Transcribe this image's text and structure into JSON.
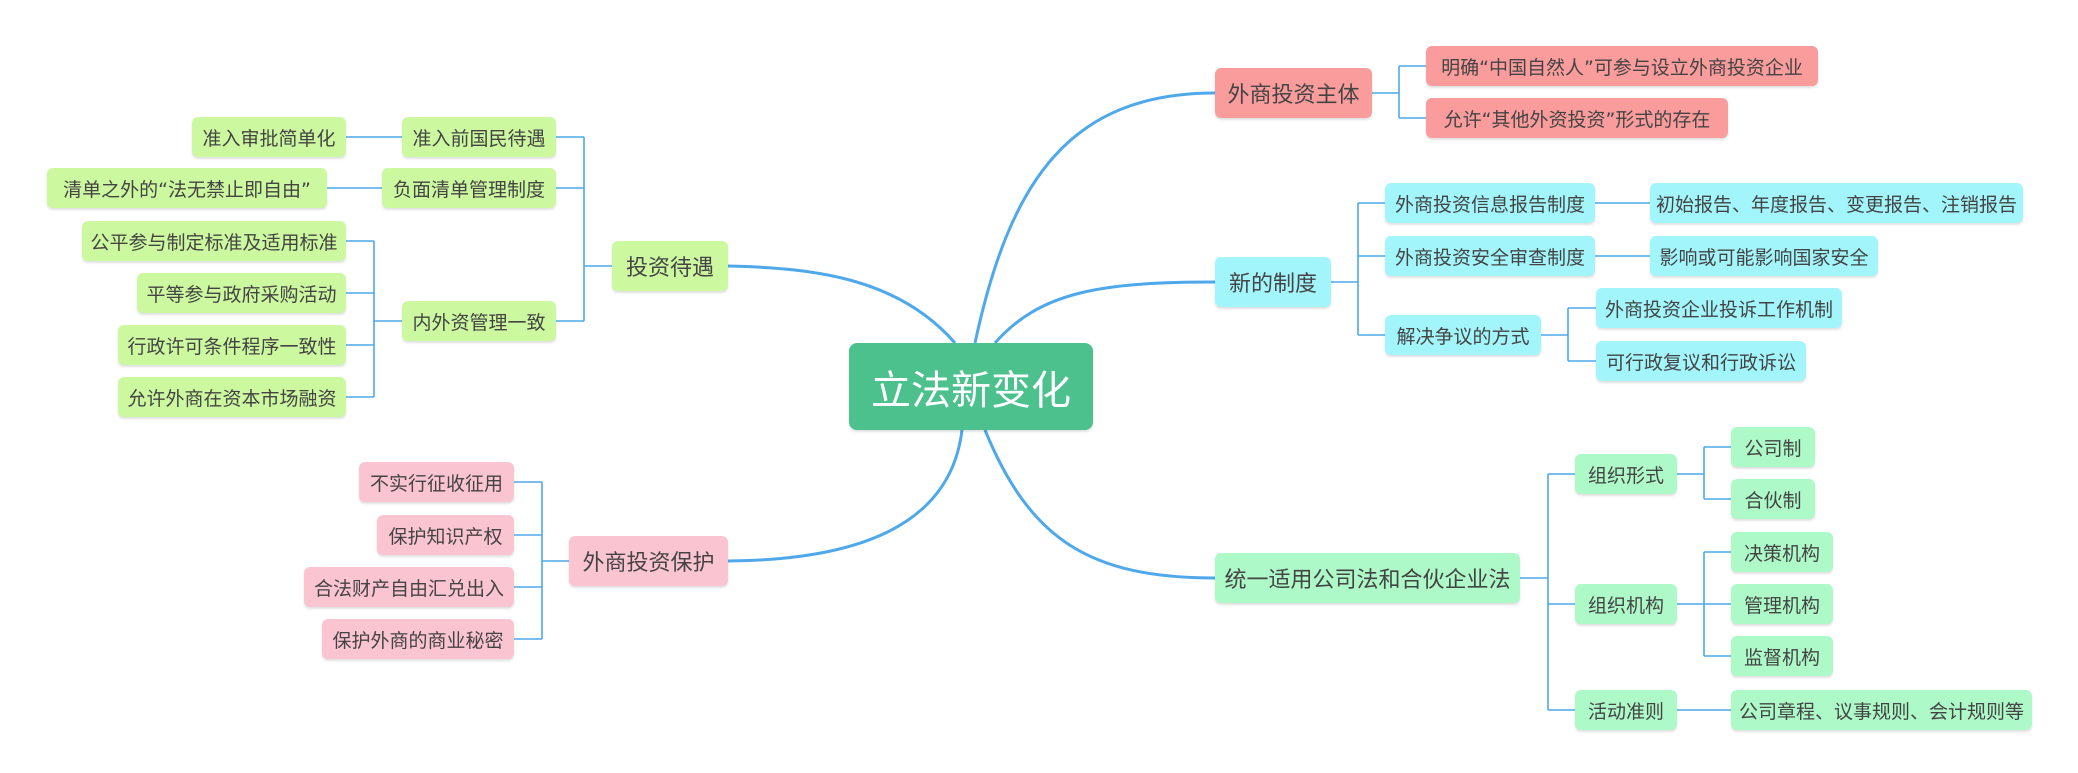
{
  "root": "立法新变化",
  "colors": {
    "line": "#4ea8ea",
    "root": "#4cc18e",
    "investment_treatment": "#ccf89f",
    "investor_subject": "#fb9c9c",
    "new_system": "#a2f6fb",
    "investment_protection": "#fbc4d1",
    "unified_law": "#adf9c7"
  },
  "branches": {
    "investment_treatment": {
      "label": "投资待遇",
      "pre_entry": {
        "label": "准入前国民待遇",
        "child": "准入审批简单化"
      },
      "negative_list": {
        "label": "负面清单管理制度",
        "child": "清单之外的“法无禁止即自由”"
      },
      "uniform": {
        "label": "内外资管理一致",
        "children": [
          "公平参与制定标准及适用标准",
          "平等参与政府采购活动",
          "行政许可条件程序一致性",
          "允许外商在资本市场融资"
        ]
      }
    },
    "investment_protection": {
      "label": "外商投资保护",
      "children": [
        "不实行征收征用",
        "保护知识产权",
        "合法财产自由汇兑出入",
        "保护外商的商业秘密"
      ]
    },
    "investor_subject": {
      "label": "外商投资主体",
      "children": [
        "明确“中国自然人”可参与设立外商投资企业",
        "允许“其他外资投资”形式的存在"
      ]
    },
    "new_system": {
      "label": "新的制度",
      "info_report": {
        "label": "外商投资信息报告制度",
        "child": "初始报告、年度报告、变更报告、注销报告"
      },
      "security_review": {
        "label": "外商投资安全审查制度",
        "child": "影响或可能影响国家安全"
      },
      "dispute": {
        "label": "解决争议的方式",
        "children": [
          "外商投资企业投诉工作机制",
          "可行政复议和行政诉讼"
        ]
      }
    },
    "unified_law": {
      "label": "统一适用公司法和合伙企业法",
      "org_form": {
        "label": "组织形式",
        "children": [
          "公司制",
          "合伙制"
        ]
      },
      "org_body": {
        "label": "组织机构",
        "children": [
          "决策机构",
          "管理机构",
          "监督机构"
        ]
      },
      "rules": {
        "label": "活动准则",
        "child": "公司章程、议事规则、会计规则等"
      }
    }
  }
}
